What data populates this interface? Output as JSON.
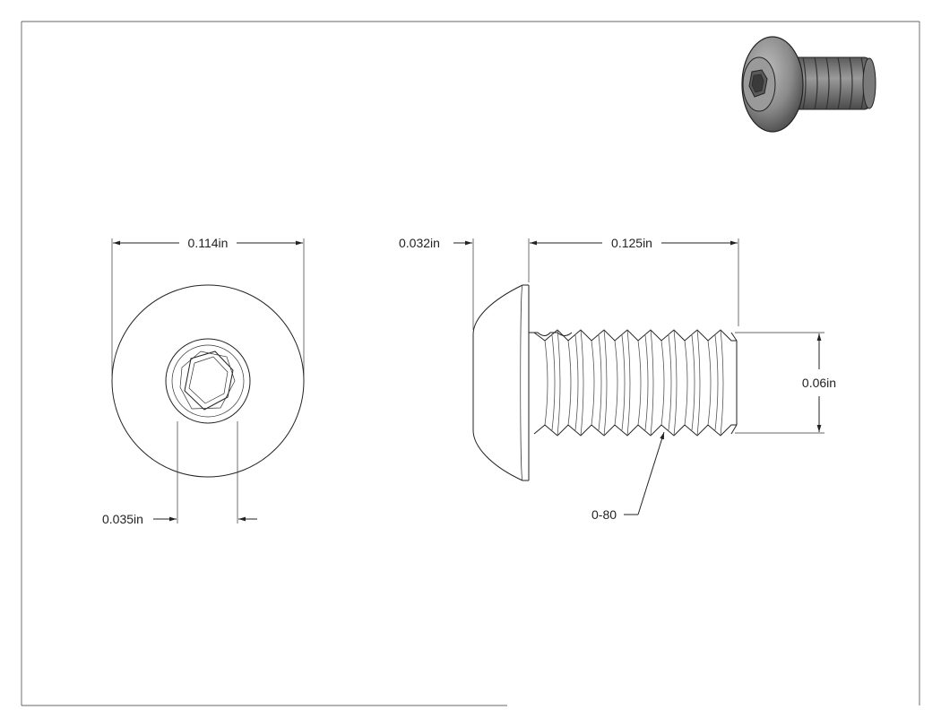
{
  "drawing": {
    "dimensions": {
      "head_diameter": "0.114in",
      "hex_socket": "0.035in",
      "head_height": "0.032in",
      "length": "0.125in",
      "thread_diameter": "0.06in",
      "thread_callout": "0-80"
    },
    "colors": {
      "line": "#222222",
      "render_body": "#8a8a8a",
      "render_dark": "#4a4a4a"
    },
    "icons": {
      "iso_view": "button-head-socket-screw-render"
    }
  }
}
